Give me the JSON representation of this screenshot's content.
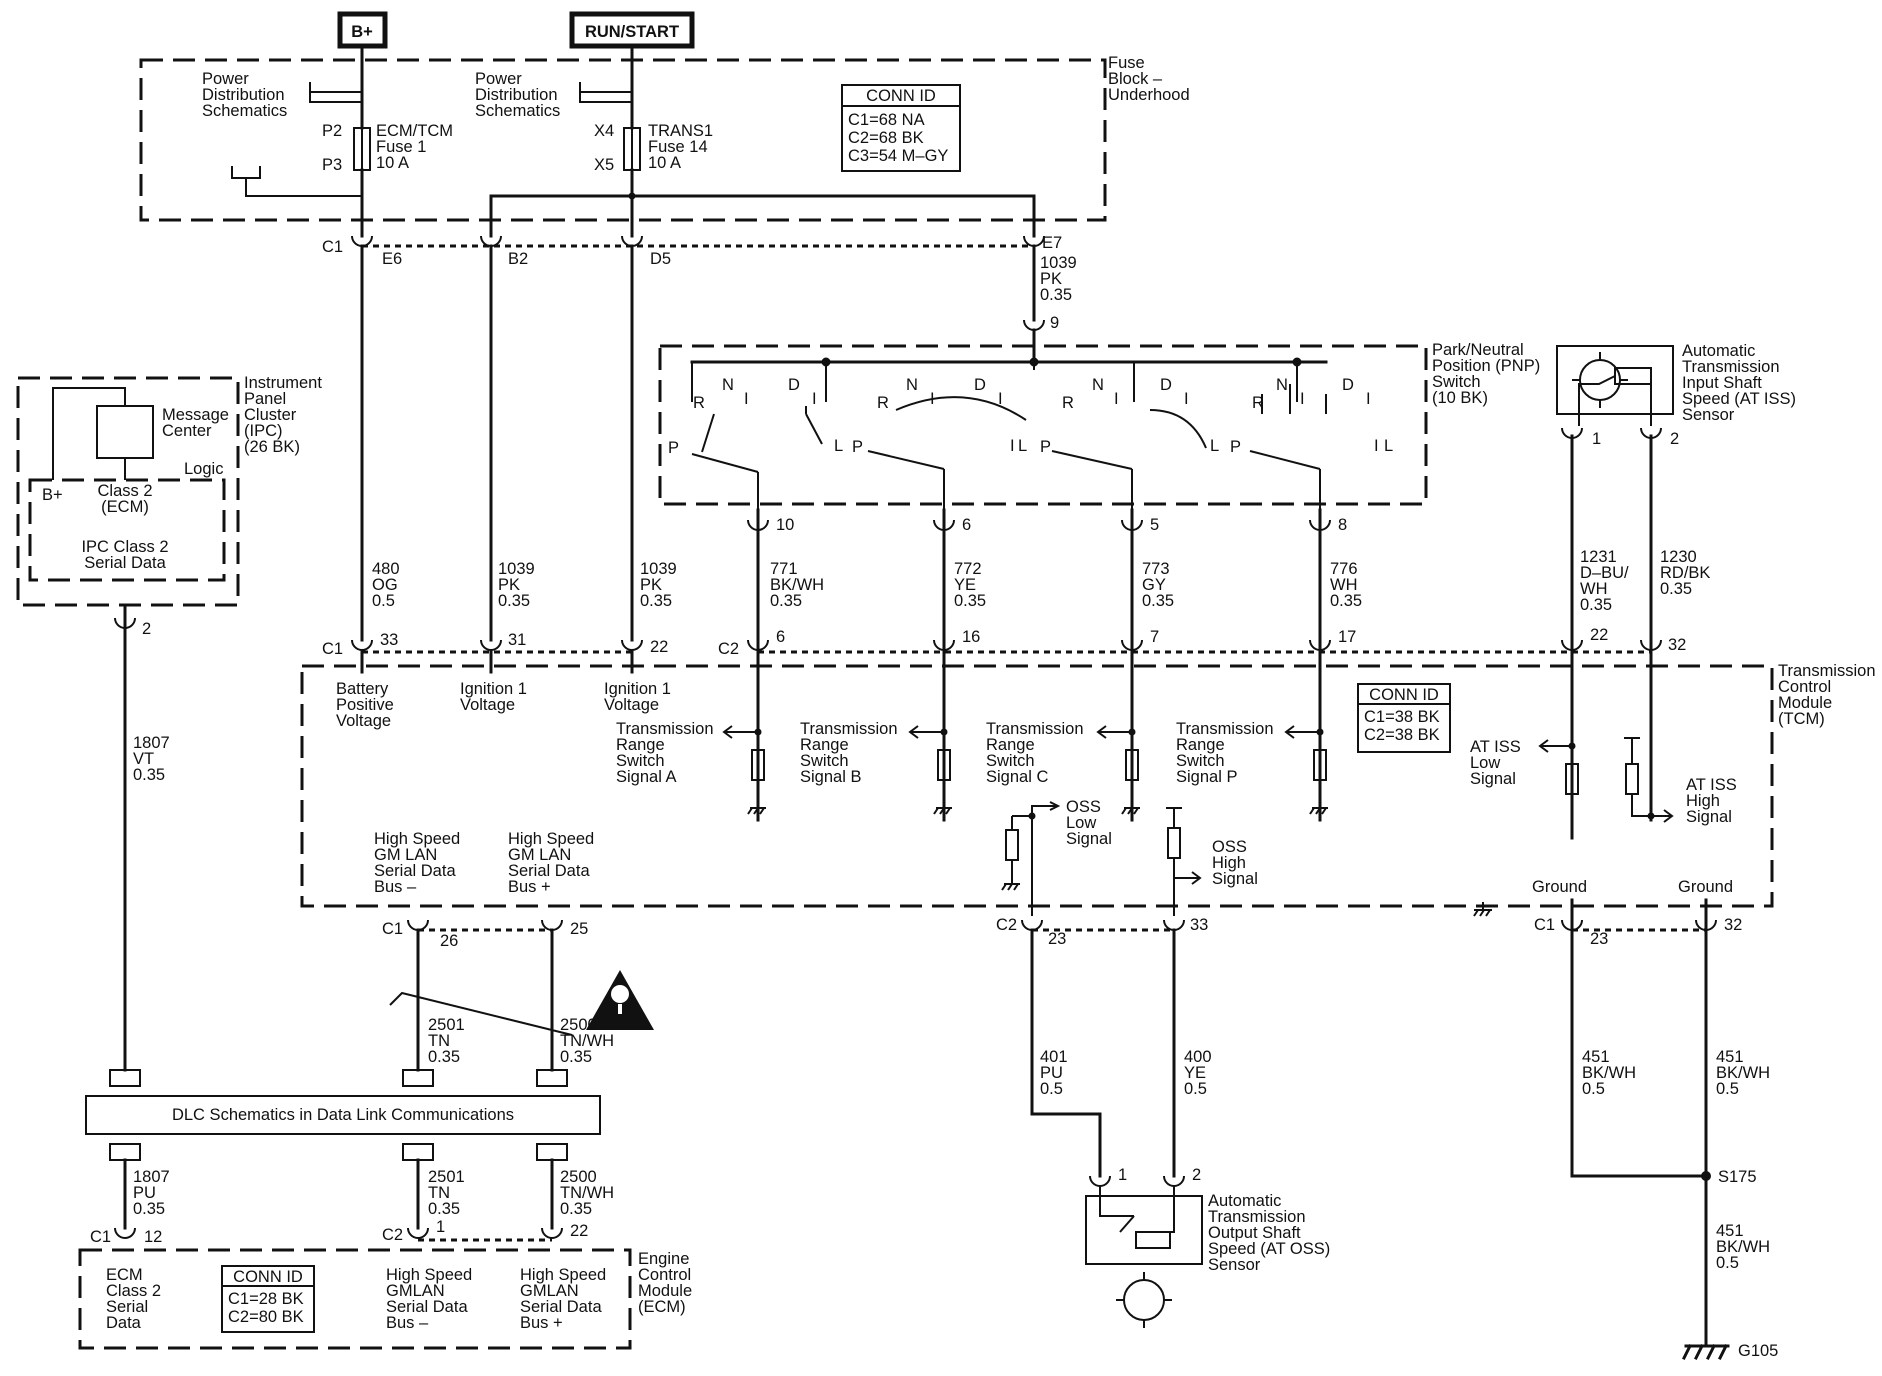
{
  "power": {
    "bplus": "B+",
    "run_start": "RUN/START"
  },
  "fuse_block": {
    "title": [
      "Fuse",
      "Block –",
      "Underhood"
    ],
    "pd_left": [
      "Power",
      "Distribution",
      "Schematics"
    ],
    "pd_right": [
      "Power",
      "Distribution",
      "Schematics"
    ],
    "f1_top": "P2",
    "f1_bottom": "P3",
    "f1_label": [
      "ECM/TCM",
      "Fuse 1",
      "10 A"
    ],
    "f14_top": "X4",
    "f14_bottom": "X5",
    "f14_label": [
      "TRANS1",
      "Fuse 14",
      "10 A"
    ],
    "conn_title": "CONN ID",
    "conn_lines": [
      "C1=68 NA",
      "C2=68 BK",
      "C3=54 M–GY"
    ],
    "c1": "C1",
    "pins": [
      "E6",
      "B2",
      "D5",
      "E7"
    ]
  },
  "e7_wire": [
    "1039",
    "PK",
    "0.35"
  ],
  "pnp": {
    "title": [
      "Park/Neutral",
      "Position (PNP)",
      "Switch",
      "(10 BK)"
    ],
    "pin_top": "9",
    "outputs": [
      "10",
      "6",
      "5",
      "8"
    ],
    "letters": {
      "p": "P",
      "r": "R",
      "n": "N",
      "d": "D",
      "l": "L",
      "i": "I"
    }
  },
  "atiss": {
    "title": [
      "Automatic",
      "Transmission",
      "Input Shaft",
      "Speed (AT ISS)",
      "Sensor"
    ],
    "pins": [
      "1",
      "2"
    ],
    "w1": [
      "1231",
      "D–BU/",
      "WH",
      "0.35"
    ],
    "w2": [
      "1230",
      "RD/BK",
      "0.35"
    ]
  },
  "ipc": {
    "title": [
      "Instrument",
      "Panel",
      "Cluster",
      "(IPC)",
      "(26 BK)"
    ],
    "message": [
      "Message",
      "Center"
    ],
    "logic": "Logic",
    "bplus": "B+",
    "class2": [
      "Class 2",
      "(ECM)"
    ],
    "serial": [
      "IPC Class 2",
      "Serial Data"
    ],
    "pin": "2",
    "wire": [
      "1807",
      "VT",
      "0.35"
    ]
  },
  "wires_top": [
    [
      "480",
      "OG",
      "0.5"
    ],
    [
      "1039",
      "PK",
      "0.35"
    ],
    [
      "1039",
      "PK",
      "0.35"
    ],
    [
      "771",
      "BK/WH",
      "0.35"
    ],
    [
      "772",
      "YE",
      "0.35"
    ],
    [
      "773",
      "GY",
      "0.35"
    ],
    [
      "776",
      "WH",
      "0.35"
    ]
  ],
  "tcm": {
    "title": [
      "Transmission",
      "Control",
      "Module",
      "(TCM)"
    ],
    "conn_title": "CONN ID",
    "conn_lines": [
      "C1=38 BK",
      "C2=38 BK"
    ],
    "c1": "C1",
    "c2": "C2",
    "pins_top": [
      "33",
      "31",
      "22",
      "6",
      "16",
      "7",
      "17",
      "22",
      "32"
    ],
    "bat": [
      "Battery",
      "Positive",
      "Voltage"
    ],
    "ign1": [
      "Ignition 1",
      "Voltage"
    ],
    "ign2": [
      "Ignition 1",
      "Voltage"
    ],
    "trs_a": [
      "Transmission",
      "Range",
      "Switch",
      "Signal A"
    ],
    "trs_b": [
      "Transmission",
      "Range",
      "Switch",
      "Signal B"
    ],
    "trs_c": [
      "Transmission",
      "Range",
      "Switch",
      "Signal C"
    ],
    "trs_p": [
      "Transmission",
      "Range",
      "Switch",
      "Signal P"
    ],
    "iss_low": [
      "AT ISS",
      "Low",
      "Signal"
    ],
    "iss_high": [
      "AT ISS",
      "High",
      "Signal"
    ],
    "oss_low": [
      "OSS",
      "Low",
      "Signal"
    ],
    "oss_high": [
      "OSS",
      "High",
      "Signal"
    ],
    "gm_minus": [
      "High Speed",
      "GM LAN",
      "Serial Data",
      "Bus –"
    ],
    "gm_plus": [
      "High Speed",
      "GM LAN",
      "Serial Data",
      "Bus +"
    ],
    "ground": "Ground",
    "pins_bottom": [
      "26",
      "25",
      "23",
      "33",
      "23",
      "32"
    ]
  },
  "lan_wires": [
    [
      "2501",
      "TN",
      "0.35"
    ],
    [
      "2500",
      "TN/WH",
      "0.35"
    ]
  ],
  "dlc": {
    "label": "DLC Schematics in Data Link Communications"
  },
  "ecm_wires": [
    [
      "1807",
      "PU",
      "0.35"
    ],
    [
      "2501",
      "TN",
      "0.35"
    ],
    [
      "2500",
      "TN/WH",
      "0.35"
    ]
  ],
  "ecm": {
    "title": [
      "Engine",
      "Control",
      "Module",
      "(ECM)"
    ],
    "c1": "C1",
    "c2": "C2",
    "pins": [
      "12",
      "1",
      "22"
    ],
    "class2": [
      "ECM",
      "Class 2",
      "Serial",
      "Data"
    ],
    "conn_title": "CONN ID",
    "conn_lines": [
      "C1=28 BK",
      "C2=80 BK"
    ],
    "gm_minus": [
      "High Speed",
      "GMLAN",
      "Serial Data",
      "Bus –"
    ],
    "gm_plus": [
      "High Speed",
      "GMLAN",
      "Serial Data",
      "Bus +"
    ]
  },
  "oss_wires": [
    [
      "401",
      "PU",
      "0.5"
    ],
    [
      "400",
      "YE",
      "0.5"
    ]
  ],
  "atoss": {
    "title": [
      "Automatic",
      "Transmission",
      "Output Shaft",
      "Speed (AT OSS)",
      "Sensor"
    ],
    "pins": [
      "1",
      "2"
    ]
  },
  "ground_wires": [
    [
      "451",
      "BK/WH",
      "0.5"
    ],
    [
      "451",
      "BK/WH",
      "0.5"
    ],
    [
      "451",
      "BK/WH",
      "0.5"
    ]
  ],
  "splice": "S175",
  "ground_id": "G105"
}
